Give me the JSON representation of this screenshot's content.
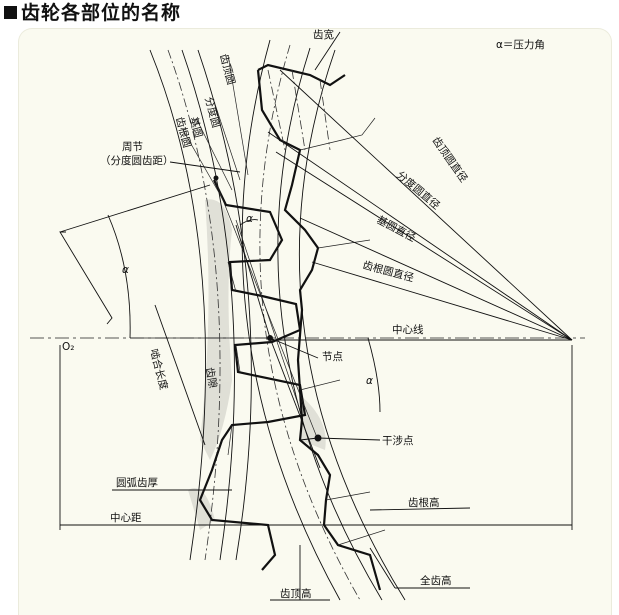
{
  "title": "齿轮各部位的名称",
  "labels": {
    "pressure_angle_note": "α＝压力角",
    "tooth_width": "齿宽",
    "tip_circle": "齿顶圆",
    "pitch_circle": "分度圆",
    "base_circle": "基圆",
    "root_circle": "齿根圆",
    "circular_pitch": "周节",
    "circular_pitch_sub": "（分度圆齿距）",
    "tip_diameter": "齿顶圆直径",
    "pitch_diameter": "分度圆直径",
    "base_diameter": "基圆直径",
    "root_diameter": "齿根圆直径",
    "center_line": "中心线",
    "o2": "O₂",
    "pitch_point": "节点",
    "contact_line": "啮合长度",
    "clearance": "齿隙",
    "interference_point": "干涉点",
    "arc_thickness": "圆弧齿厚",
    "dedendum": "齿根高",
    "center_distance": "中心距",
    "whole_depth": "全齿高",
    "addendum": "齿顶高",
    "alpha_left": "α",
    "alpha_right": "α",
    "alpha_tooth": "α"
  }
}
